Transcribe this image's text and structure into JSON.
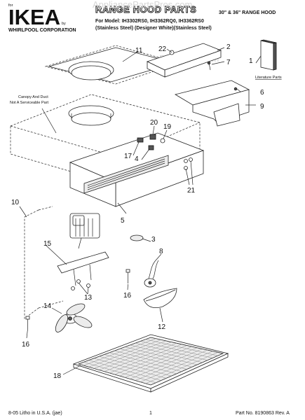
{
  "header": {
    "brand_small": "for",
    "brand": "IKEA",
    "brand_by": "by",
    "brand_corp": "WHIRLPOOL CORPORATION",
    "title": "RANGE HOOD PARTS",
    "size_label": "30\" & 36\" RANGE HOOD",
    "model_line": "For Model: IH3302RS0, IH3362RQ0, IH3362RS0",
    "finish_line": "(Stainless Steel) (Designer White)(Stainless Steel)",
    "watermark": "AppliancePartsPros.com"
  },
  "callouts": {
    "canopy_note_1": "Canopy And Duct",
    "canopy_note_2": "Not A Serviceable Part",
    "literature_parts": "Literature Parts"
  },
  "part_numbers": [
    "1",
    "2",
    "3",
    "4",
    "5",
    "6",
    "7",
    "8",
    "9",
    "10",
    "11",
    "12",
    "13",
    "14",
    "15",
    "16",
    "16",
    "17",
    "18",
    "19",
    "20",
    "21",
    "22"
  ],
  "footer": {
    "litho": "8-05 Litho in U.S.A. (jae)",
    "page": "1",
    "part_no": "Part No. 8190863 Rev. A"
  }
}
